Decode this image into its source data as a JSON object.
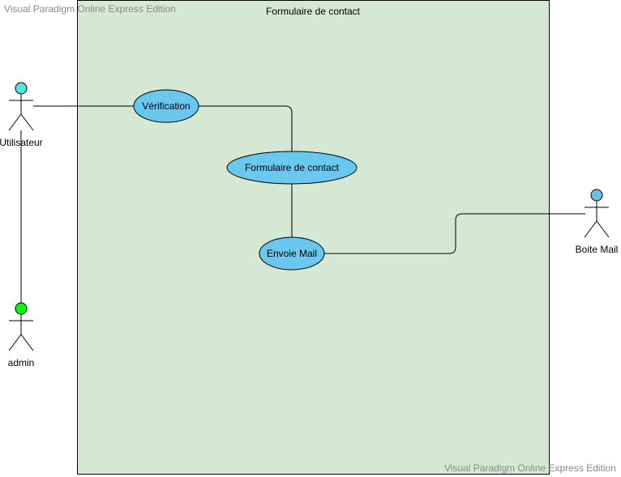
{
  "watermarks": {
    "top": "Visual Paradigm Online Express Edition",
    "bottom": "Visual Paradigm Online Express Edition"
  },
  "system": {
    "title": "Formulaire de contact",
    "fill": "#d5e8d4"
  },
  "use_cases": {
    "verification": "Vérification",
    "formulaire": "Formulaire de contact",
    "envoie": "Envoie Mail"
  },
  "actors": {
    "utilisateur": {
      "label": "Utilisateur",
      "head_color": "#52e5e5"
    },
    "admin": {
      "label": "admin",
      "head_color": "#00ff00"
    },
    "boite_mail": {
      "label": "Boite Mail",
      "head_color": "#6ec1e4"
    }
  },
  "colors": {
    "use_case_fill": "#6ac7ee",
    "stroke": "#000000"
  }
}
